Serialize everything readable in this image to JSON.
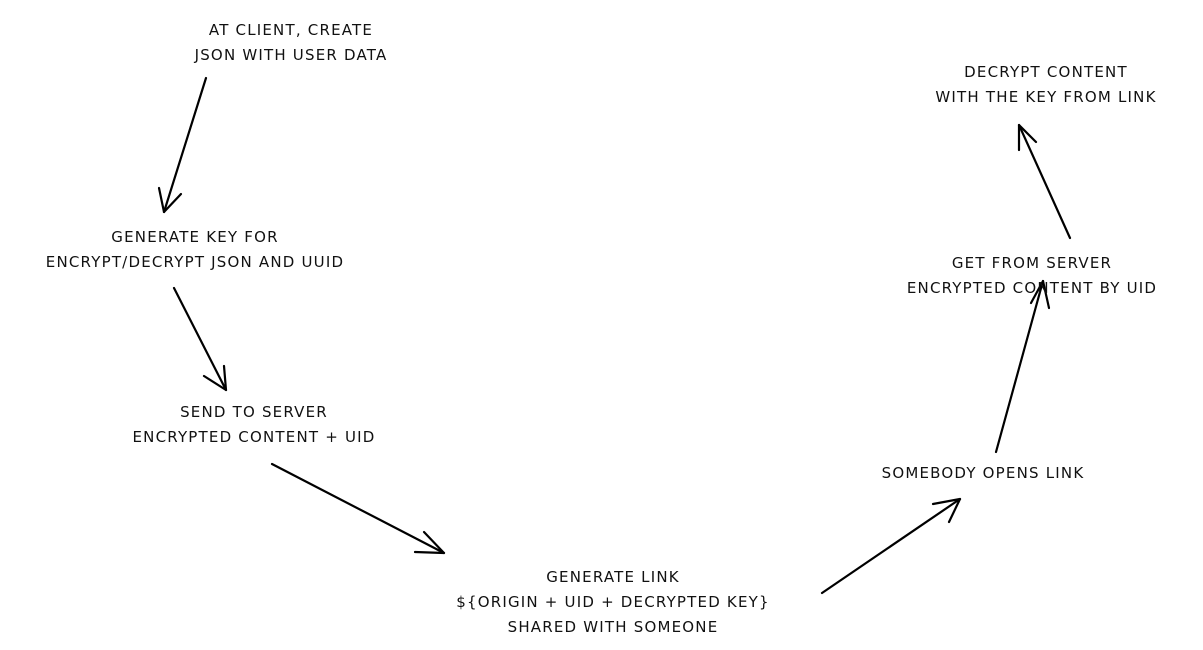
{
  "steps": {
    "create_json": {
      "lines": [
        "AT CLIENT, CREATE",
        "JSON WITH USER DATA"
      ]
    },
    "generate_key": {
      "lines": [
        "GENERATE KEY FOR",
        "ENCRYPT/DECRYPT JSON AND UUID"
      ]
    },
    "send_to_server": {
      "lines": [
        "SEND TO SERVER",
        "ENCRYPTED CONTENT + UID"
      ]
    },
    "generate_link": {
      "lines": [
        "GENERATE LINK",
        "${ORIGIN + UID + DECRYPTED KEY}",
        "SHARED WITH SOMEONE"
      ]
    },
    "somebody_opens": {
      "lines": [
        "SOMEBODY OPENS LINK"
      ]
    },
    "get_from_server": {
      "lines": [
        "GET FROM SERVER",
        "ENCRYPTED CONTENT BY UID"
      ]
    },
    "decrypt_content": {
      "lines": [
        "DECRYPT CONTENT",
        "WITH THE KEY FROM LINK"
      ]
    }
  },
  "colors": {
    "stroke": "#000000",
    "text": "#111111",
    "background": "#ffffff"
  }
}
